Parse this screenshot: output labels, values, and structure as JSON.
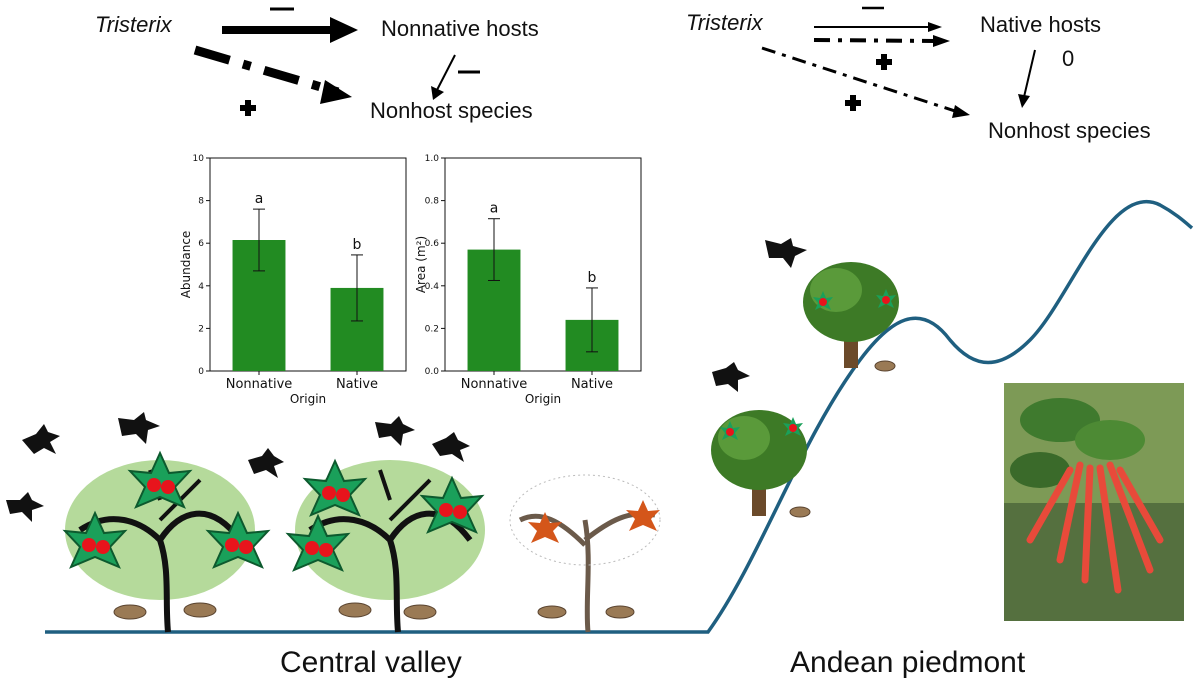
{
  "left_diagram": {
    "source": "Tristerix",
    "host": "Nonnative hosts",
    "nonhost": "Nonhost species",
    "sign_source_host": "–",
    "sign_host_nonhost": "–",
    "sign_source_nonhost": "+"
  },
  "right_diagram": {
    "source": "Tristerix",
    "host": "Native hosts",
    "nonhost": "Nonhost species",
    "sign_source_host_solid": "–",
    "sign_source_host_dashed": "+",
    "sign_host_nonhost": "0",
    "sign_source_nonhost": "+"
  },
  "regions": {
    "left": "Central valley",
    "right": "Andean piedmont"
  },
  "colors": {
    "bar": "#228B22",
    "mountain_line": "#1f5f80",
    "tree_foliage": "#8fc46a",
    "mistletoe_star": "#1aa05a",
    "mistletoe_flower": "#e8141c",
    "dead_tree_star": "#d4561a"
  },
  "chart_data": [
    {
      "type": "bar",
      "categories": [
        "Nonnative",
        "Native"
      ],
      "values": [
        6.15,
        3.9
      ],
      "errors": [
        1.45,
        1.55
      ],
      "significance": [
        "a",
        "b"
      ],
      "xlabel": "Origin",
      "ylabel": "Abundance",
      "ylim": [
        0,
        10
      ],
      "yticks": [
        "0",
        "2",
        "4",
        "6",
        "8",
        "10"
      ]
    },
    {
      "type": "bar",
      "categories": [
        "Nonnative",
        "Native"
      ],
      "values": [
        0.57,
        0.24
      ],
      "errors": [
        0.145,
        0.15
      ],
      "significance": [
        "a",
        "b"
      ],
      "xlabel": "Origin",
      "ylabel": "Area (m²)",
      "ylim": [
        0,
        1.0
      ],
      "yticks": [
        "0.0",
        "0.2",
        "0.4",
        "0.6",
        "0.8",
        "1.0"
      ]
    }
  ]
}
